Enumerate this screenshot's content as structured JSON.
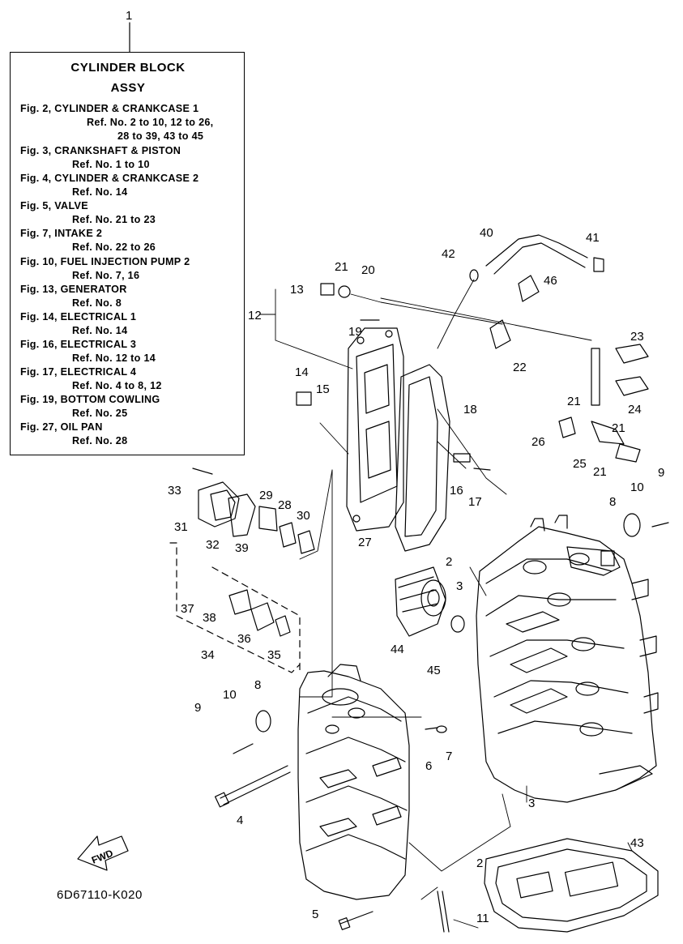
{
  "diagram_code": "6D67110-K020",
  "assy_ref": "1",
  "legend": {
    "title1": "CYLINDER BLOCK",
    "title2": "ASSY",
    "lines": [
      "Fig. 2, CYLINDER & CRANKCASE 1",
      "Ref. No. 2 to 10, 12 to 26,",
      "28 to 39, 43 to 45",
      "Fig. 3, CRANKSHAFT & PISTON",
      "Ref. No. 1 to 10",
      "Fig. 4, CYLINDER & CRANKCASE 2",
      "Ref. No. 14",
      "Fig. 5, VALVE",
      "Ref. No. 21 to 23",
      "Fig. 7, INTAKE 2",
      "Ref. No. 22 to 26",
      "Fig. 10, FUEL INJECTION PUMP 2",
      "Ref. No. 7, 16",
      "Fig. 13, GENERATOR",
      "Ref. No. 8",
      "Fig. 14, ELECTRICAL 1",
      "Ref. No. 14",
      "Fig. 16, ELECTRICAL 3",
      "Ref. No. 12 to 14",
      "Fig. 17, ELECTRICAL 4",
      "Ref. No. 4 to 8, 12",
      "Fig. 19, BOTTOM COWLING",
      "Ref. No. 25",
      "Fig. 27, OIL PAN",
      "Ref. No. 28"
    ]
  },
  "fwd_label": "FWD",
  "callouts": [
    "2",
    "2",
    "3",
    "3",
    "4",
    "5",
    "6",
    "7",
    "8",
    "8",
    "9",
    "9",
    "10",
    "10",
    "11",
    "12",
    "13",
    "14",
    "15",
    "16",
    "17",
    "18",
    "19",
    "20",
    "21",
    "21",
    "21",
    "21",
    "22",
    "23",
    "24",
    "25",
    "26",
    "27",
    "28",
    "29",
    "30",
    "31",
    "32",
    "33",
    "34",
    "35",
    "36",
    "37",
    "38",
    "39",
    "40",
    "41",
    "42",
    "43",
    "44",
    "45",
    "46"
  ]
}
